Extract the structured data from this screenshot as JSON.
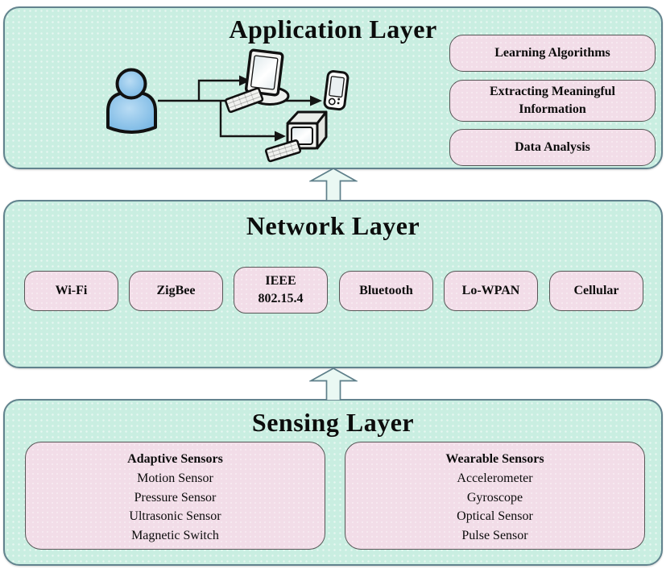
{
  "application": {
    "title": "Application Layer",
    "boxes": [
      {
        "label": "Learning Algorithms"
      },
      {
        "label": "Extracting Meaningful Information"
      },
      {
        "label": "Data Analysis"
      }
    ]
  },
  "network": {
    "title": "Network Layer",
    "boxes": [
      {
        "label": "Wi-Fi"
      },
      {
        "label": "ZigBee"
      },
      {
        "label": "IEEE 802.15.4"
      },
      {
        "label": "Bluetooth"
      },
      {
        "label": "Lo-WPAN"
      },
      {
        "label": "Cellular"
      }
    ]
  },
  "sensing": {
    "title": "Sensing Layer",
    "groups": [
      {
        "title": "Adaptive Sensors",
        "items": [
          "Motion Sensor",
          "Pressure Sensor",
          "Ultrasonic Sensor",
          "Magnetic Switch"
        ]
      },
      {
        "title": "Wearable Sensors",
        "items": [
          "Accelerometer",
          "Gyroscope",
          "Optical Sensor",
          "Pulse Sensor"
        ]
      }
    ]
  },
  "icons": {
    "user": "user-icon",
    "lcd_monitor": "lcd-monitor-icon",
    "keyboard": "keyboard-icon",
    "handheld": "pda-icon",
    "crt": "crt-monitor-icon",
    "up_arrow": "up-arrow-icon"
  },
  "colors": {
    "layer_fill": "#c9eee1",
    "layer_border": "#62838e",
    "box_fill": "#f2dde8",
    "box_border": "#565656",
    "arrow_fill": "#eaf8f3",
    "text_color": "#0c0c0c",
    "person_fill": "#7fbde9"
  }
}
